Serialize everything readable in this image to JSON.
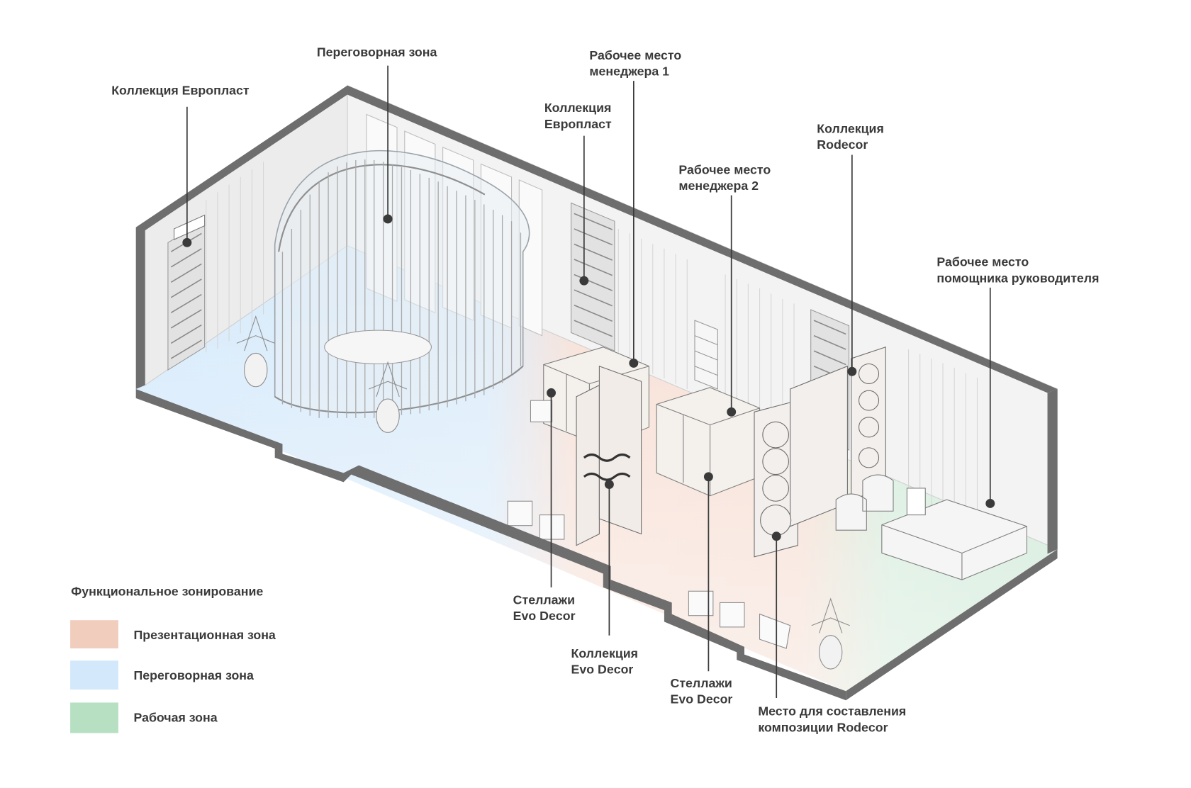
{
  "colors": {
    "presentation": "#f1cdbd",
    "negotiation": "#d3e8fb",
    "work": "#b7e0c3",
    "wall": "#6e6e6e",
    "text": "#3a3a3a"
  },
  "labels": {
    "europlast_left": [
      "Коллекция Европласт"
    ],
    "negotiation_zone": [
      "Переговорная зона"
    ],
    "manager1": [
      "Рабочее место",
      "менеджера 1"
    ],
    "europlast_mid": [
      "Коллекция",
      "Европласт"
    ],
    "rodecor": [
      "Коллекция",
      "Rodecor"
    ],
    "manager2": [
      "Рабочее место",
      "менеджера 2"
    ],
    "assistant": [
      "Рабочее место",
      "помощника руководителя"
    ],
    "racks1": [
      "Стеллажи",
      "Evo Decor"
    ],
    "evo_collection": [
      "Коллекция",
      "Evo Decor"
    ],
    "racks2": [
      "Стеллажи",
      "Evo Decor"
    ],
    "composition": [
      "Место для составления",
      "композиции Rodecor"
    ]
  },
  "legend": {
    "title": "Функциональное зонирование",
    "items": [
      {
        "label": "Презентационная зона",
        "color": "#f1cdbd"
      },
      {
        "label": "Переговорная зона",
        "color": "#d3e8fb"
      },
      {
        "label": "Рабочая зона",
        "color": "#b7e0c3"
      }
    ]
  }
}
